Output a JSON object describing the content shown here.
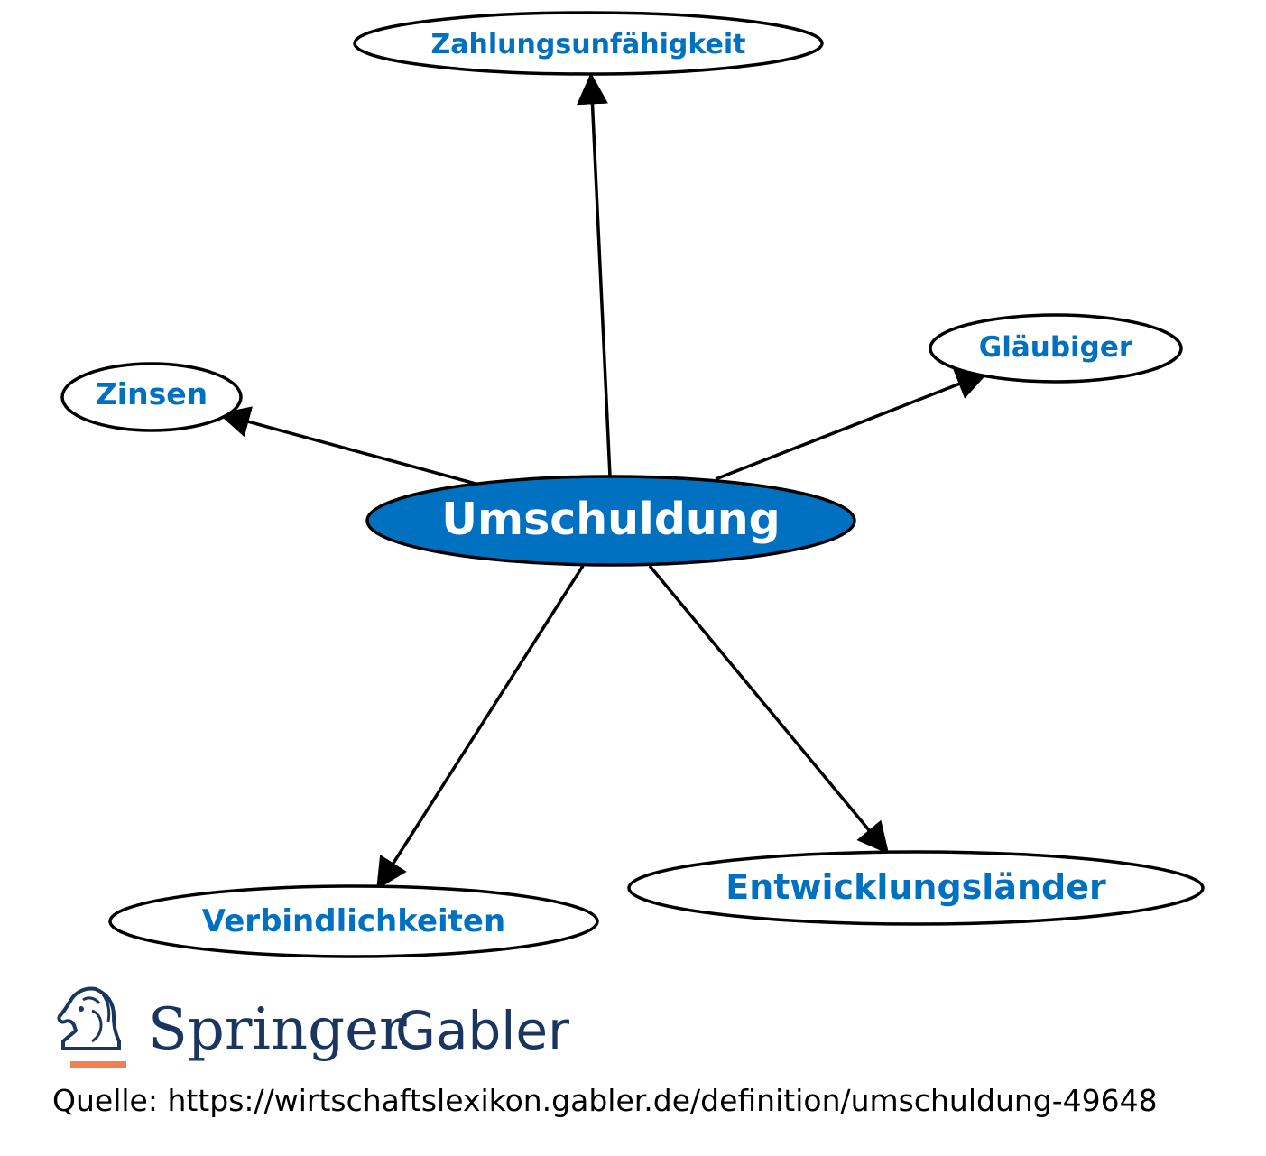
{
  "diagram": {
    "center": "Umschuldung",
    "nodes": [
      {
        "id": "zahlungsunfaehigkeit",
        "label": "Zahlungsunfähigkeit"
      },
      {
        "id": "zinsen",
        "label": "Zinsen"
      },
      {
        "id": "glaeubiger",
        "label": "Gläubiger"
      },
      {
        "id": "verbindlichkeiten",
        "label": "Verbindlichkeiten"
      },
      {
        "id": "entwicklungslaender",
        "label": "Entwicklungsländer"
      }
    ],
    "edges": [
      {
        "from": "Umschuldung",
        "to": "Zahlungsunfähigkeit"
      },
      {
        "from": "Umschuldung",
        "to": "Zinsen"
      },
      {
        "from": "Umschuldung",
        "to": "Gläubiger"
      },
      {
        "from": "Umschuldung",
        "to": "Verbindlichkeiten"
      },
      {
        "from": "Umschuldung",
        "to": "Entwicklungsländer"
      }
    ],
    "colors": {
      "center_fill": "#0070c0",
      "label": "#0070c0",
      "stroke": "#000000"
    }
  },
  "logo": {
    "brand": "Springer",
    "imprint": "Gabler",
    "accent": "#f08050",
    "color": "#1a3560"
  },
  "source": {
    "label": "Quelle:",
    "url": "https://wirtschaftslexikon.gabler.de/definition/umschuldung-49648"
  }
}
